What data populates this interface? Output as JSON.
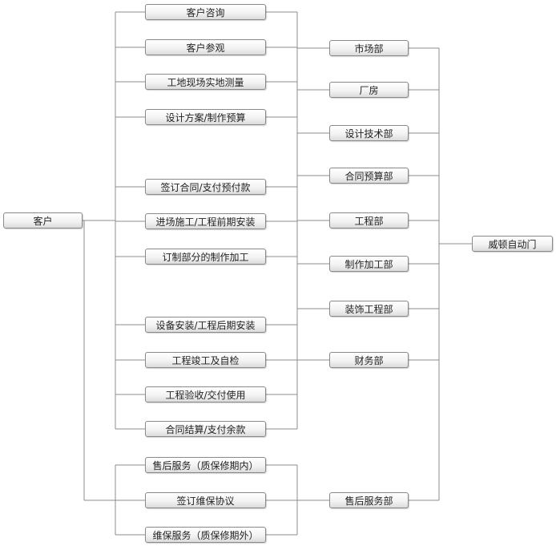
{
  "root": {
    "label": "客户"
  },
  "steps": [
    {
      "id": "s1",
      "label": "客户咨询"
    },
    {
      "id": "s2",
      "label": "客户参观"
    },
    {
      "id": "s3",
      "label": "工地现场实地测量"
    },
    {
      "id": "s4",
      "label": "设计方案/制作预算"
    },
    {
      "id": "s5",
      "label": "签订合同/支付预付款"
    },
    {
      "id": "s6",
      "label": "进场施工/工程前期安装"
    },
    {
      "id": "s7",
      "label": "订制部分的制作加工"
    },
    {
      "id": "s8",
      "label": "设备安装/工程后期安装"
    },
    {
      "id": "s9",
      "label": "工程竣工及自检"
    },
    {
      "id": "s10",
      "label": "工程验收/交付使用"
    },
    {
      "id": "s11",
      "label": "合同结算/支付余款"
    }
  ],
  "after_sales_steps": [
    {
      "id": "a1",
      "label": "售后服务（质保修期内）"
    },
    {
      "id": "a2",
      "label": "签订维保协议"
    },
    {
      "id": "a3",
      "label": "维保服务（质保修期外）"
    }
  ],
  "departments": [
    {
      "id": "d1",
      "label": "市场部"
    },
    {
      "id": "d2",
      "label": "厂房"
    },
    {
      "id": "d3",
      "label": "设计技术部"
    },
    {
      "id": "d4",
      "label": "合同预算部"
    },
    {
      "id": "d5",
      "label": "工程部"
    },
    {
      "id": "d6",
      "label": "制作加工部"
    },
    {
      "id": "d7",
      "label": "装饰工程部"
    },
    {
      "id": "d8",
      "label": "财务部"
    },
    {
      "id": "d9",
      "label": "售后服务部"
    }
  ],
  "company": {
    "label": "威顿自动门"
  }
}
